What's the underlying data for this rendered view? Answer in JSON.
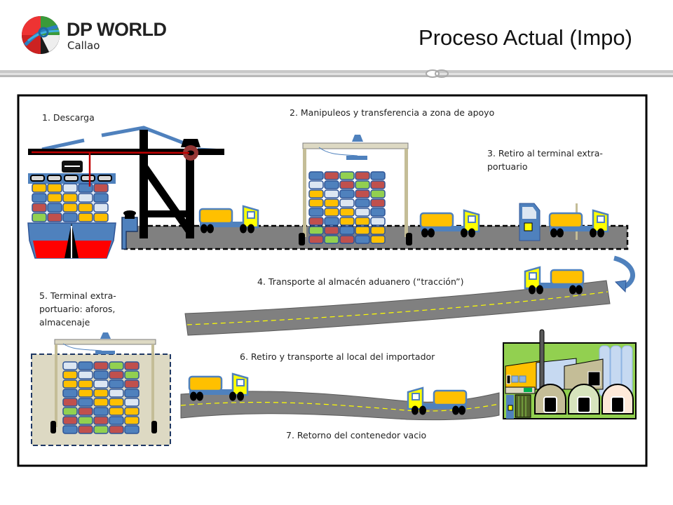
{
  "header": {
    "brand_name": "DP WORLD",
    "brand_location": "Callao",
    "title": "Proceso Actual (Impo)"
  },
  "steps": [
    {
      "lines": [
        "1. Descarga"
      ]
    },
    {
      "lines": [
        "2. Manipuleos y transferencia a zona de apoyo"
      ]
    },
    {
      "lines": [
        "3. Retiro al terminal  extra-",
        "portuario"
      ]
    },
    {
      "lines": [
        "4. Transporte al almacén aduanero (“tracción”)"
      ]
    },
    {
      "lines": [
        "5. Terminal extra-",
        "portuario: aforos,",
        "almacenaje"
      ]
    },
    {
      "lines": [
        "6. Retiro y transporte al local del importador"
      ]
    },
    {
      "lines": [
        "7. Retorno del contenedor vacio"
      ]
    }
  ],
  "icons": [
    "dp-world-logo",
    "knot-icon",
    "ship-icon",
    "crane-icon",
    "truck-icon",
    "gantry-icon",
    "gate-icon",
    "curved-arrow-icon",
    "warehouse-icon"
  ],
  "colors": {
    "container_red": "#c0504d",
    "container_blue": "#4f81bd",
    "container_yellow": "#ffc000",
    "container_green": "#92d050",
    "container_light": "#dce6f2",
    "cab_yellow": "#ffff00",
    "truck_blue": "#4f81bd",
    "road_gray": "#808080"
  }
}
